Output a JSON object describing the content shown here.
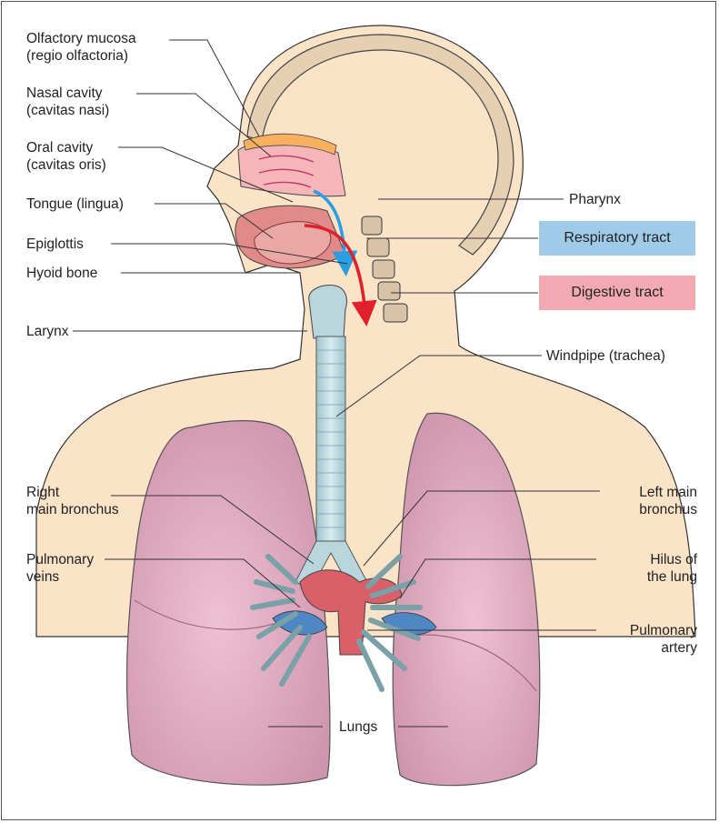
{
  "labels": {
    "olfactory_mucosa": {
      "line1": "Olfactory mucosa",
      "line2": "(regio olfactoria)"
    },
    "nasal_cavity": {
      "line1": "Nasal cavity",
      "line2": "(cavitas nasi)"
    },
    "oral_cavity": {
      "line1": "Oral cavity",
      "line2": "(cavitas oris)"
    },
    "tongue": "Tongue (lingua)",
    "epiglottis": "Epiglottis",
    "hyoid_bone": "Hyoid bone",
    "larynx": "Larynx",
    "pharynx": "Pharynx",
    "windpipe": "Windpipe (trachea)",
    "right_main_bronchus": {
      "line1": "Right",
      "line2": "main bronchus"
    },
    "left_main_bronchus": {
      "line1": "Left main",
      "line2": "bronchus"
    },
    "pulmonary_veins": {
      "line1": "Pulmonary",
      "line2": "veins"
    },
    "hilus": {
      "line1": "Hilus of",
      "line2": "the lung"
    },
    "pulmonary_artery": {
      "line1": "Pulmonary",
      "line2": "artery"
    },
    "lungs": "Lungs"
  },
  "legend": {
    "respiratory": "Respiratory tract",
    "digestive": "Digestive tract"
  },
  "colors": {
    "respiratory": "#9fcbe9",
    "digestive": "#f3a9b1",
    "skin": "#f9dcbc",
    "lung": "#d9a6bd",
    "trachea": "#b9d6dd",
    "vessel_red": "#d95f68",
    "vessel_blue": "#4f87c4",
    "air_arrow": "#2a9ee0",
    "food_arrow": "#e0202a"
  }
}
